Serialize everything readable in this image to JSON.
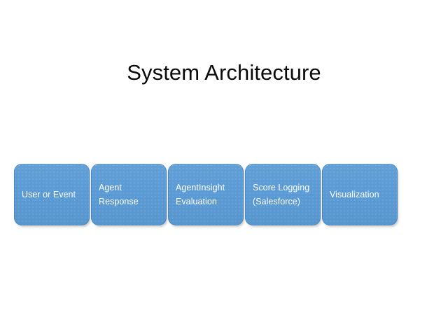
{
  "slide": {
    "title": "System Architecture",
    "background_color": "#FFFFFF",
    "title_color": "#0A0A0A"
  },
  "diagram": {
    "name": "process-chain",
    "type": "linear-process",
    "shape_fill_color": "#5B9BD5",
    "shape_border_color": "#4A88C0",
    "shape_text_color": "#FFFFFF",
    "steps": [
      {
        "label": "User or Event"
      },
      {
        "label": "Agent\nResponse"
      },
      {
        "label": "AgentInsight\nEvaluation"
      },
      {
        "label": "Score Logging\n(Salesforce)"
      },
      {
        "label": "Visualization"
      }
    ]
  }
}
